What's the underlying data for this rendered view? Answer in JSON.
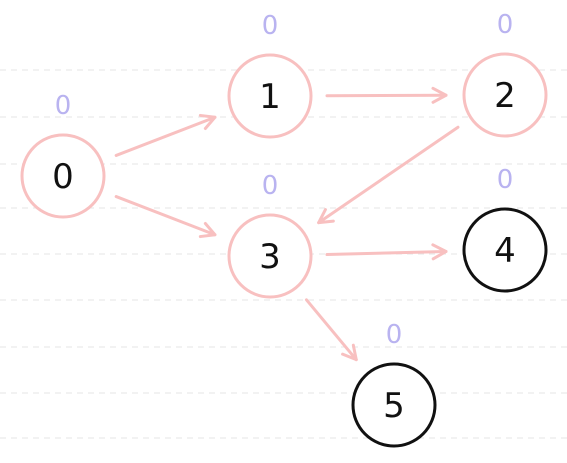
{
  "graph": {
    "nodes": [
      {
        "id": "0",
        "label": "0",
        "value": "0",
        "state": "visited"
      },
      {
        "id": "1",
        "label": "1",
        "value": "0",
        "state": "visited"
      },
      {
        "id": "2",
        "label": "2",
        "value": "0",
        "state": "visited"
      },
      {
        "id": "3",
        "label": "3",
        "value": "0",
        "state": "visited"
      },
      {
        "id": "4",
        "label": "4",
        "value": "0",
        "state": "unvisited"
      },
      {
        "id": "5",
        "label": "5",
        "value": "0",
        "state": "unvisited"
      }
    ],
    "edges": [
      {
        "from": "0",
        "to": "1"
      },
      {
        "from": "0",
        "to": "3"
      },
      {
        "from": "1",
        "to": "2"
      },
      {
        "from": "2",
        "to": "3"
      },
      {
        "from": "3",
        "to": "4"
      },
      {
        "from": "3",
        "to": "5"
      }
    ]
  },
  "colors": {
    "visited": "#f8c0c0",
    "unvisited": "#111111",
    "weight": "#b9b3f0",
    "gridline": "#e6e6e6",
    "background": "#ffffff"
  }
}
